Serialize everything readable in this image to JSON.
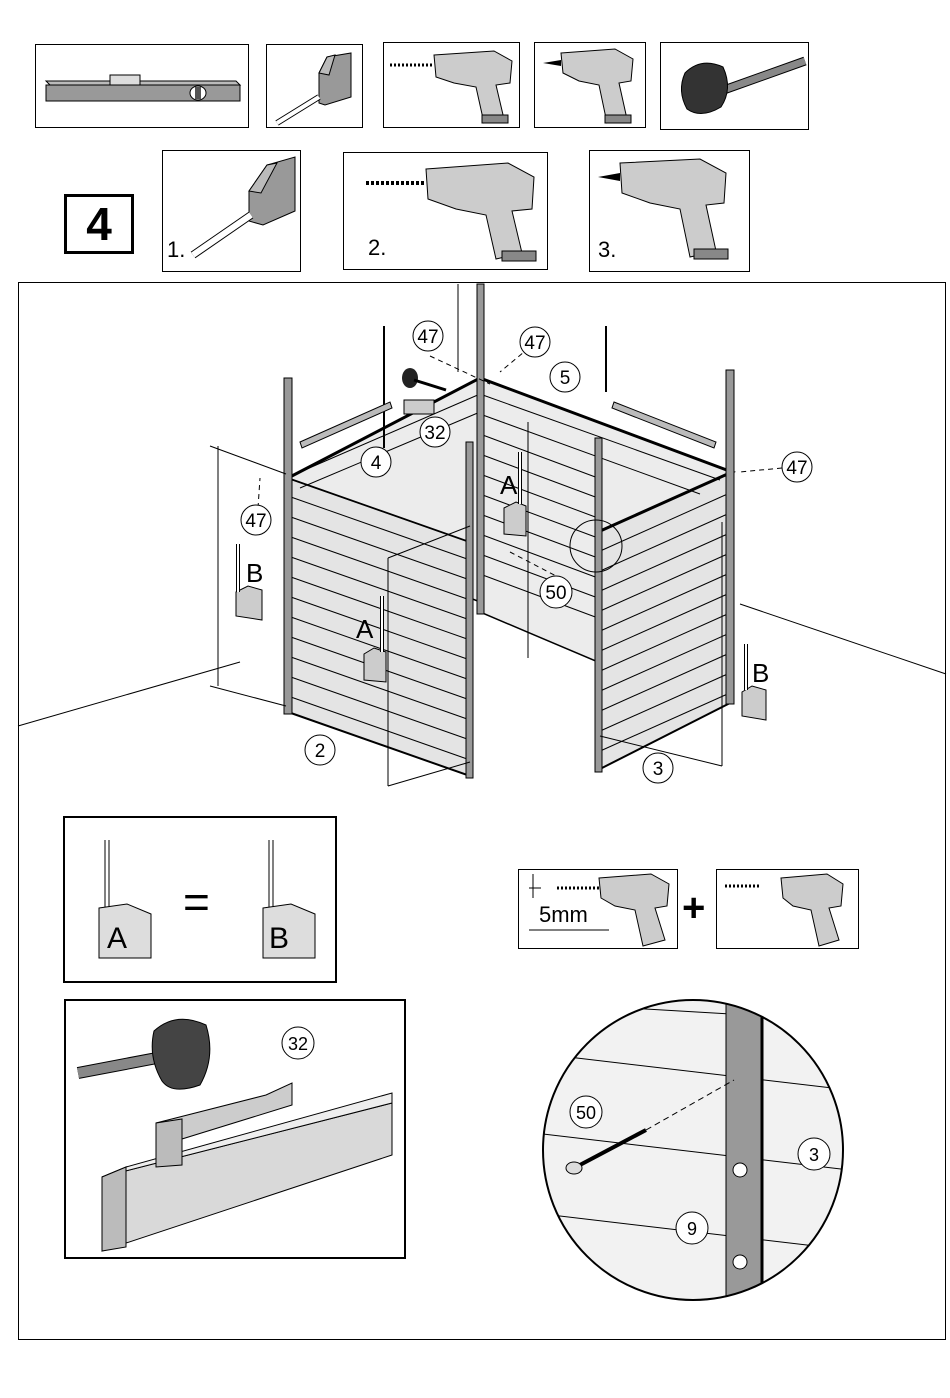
{
  "step": {
    "number": "4"
  },
  "tools_top": [
    {
      "icon": "spirit-level-icon"
    },
    {
      "icon": "tape-measure-icon"
    },
    {
      "icon": "drill-icon"
    },
    {
      "icon": "screwdriver-icon"
    },
    {
      "icon": "rubber-mallet-icon"
    }
  ],
  "tools_sequence": [
    {
      "label": "1.",
      "icon": "tape-measure-icon"
    },
    {
      "label": "2.",
      "icon": "drill-icon"
    },
    {
      "label": "3.",
      "icon": "screwdriver-icon"
    }
  ],
  "callouts": {
    "p47a": "47",
    "p47b": "47",
    "p47c": "47",
    "p47d": "47",
    "p5": "5",
    "p32": "32",
    "p4": "4",
    "p50": "50",
    "p2": "2",
    "p3": "3"
  },
  "measure_labels": {
    "a1": "A",
    "a2": "A",
    "b1": "B",
    "b2": "B"
  },
  "equal_panel": {
    "left": "A",
    "equals": "=",
    "right": "B"
  },
  "mallet_panel": {
    "part": "32"
  },
  "drill_panel": {
    "size": "5mm",
    "plus": "+"
  },
  "detail": {
    "screw": "50",
    "post": "9",
    "wall": "3"
  }
}
